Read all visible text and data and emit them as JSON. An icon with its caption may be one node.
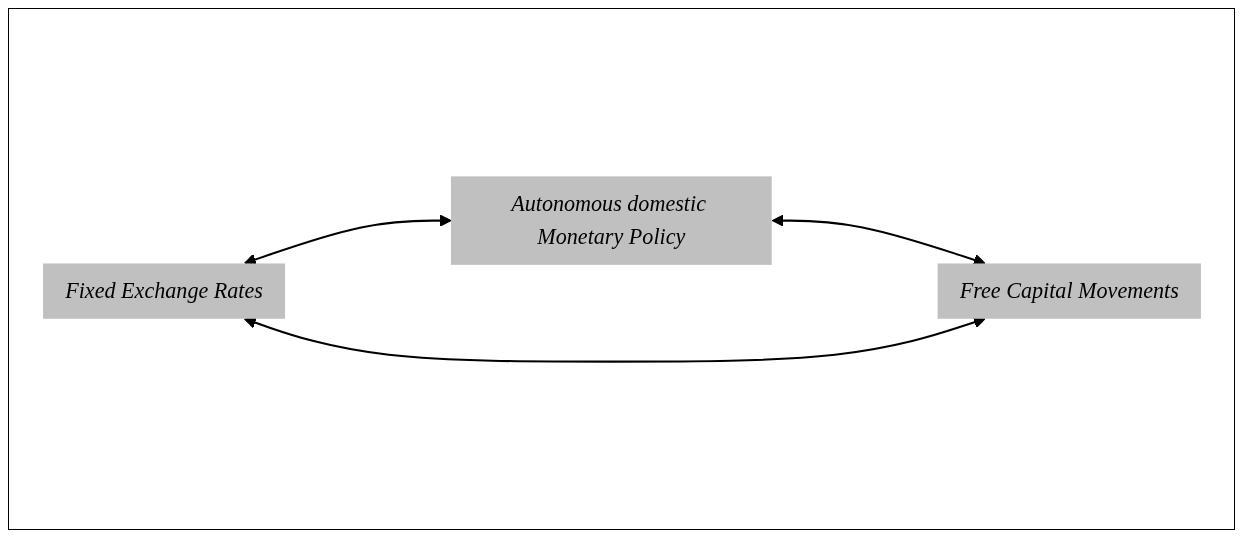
{
  "diagram": {
    "nodes": [
      {
        "text": [
          "Autonomous domestic Monetary Policy"
        ]
      },
      {
        "text": [
          "Fixed Exchange Rates"
        ]
      },
      {
        "text": [
          "Free Capital Movements"
        ]
      }
    ],
    "edges": [
      {
        "from": 1,
        "to": 0,
        "arrow": "both"
      },
      {
        "from": 0,
        "to": 2,
        "arrow": "both"
      },
      {
        "from": 1,
        "to": 2,
        "arrow": "both"
      }
    ]
  }
}
